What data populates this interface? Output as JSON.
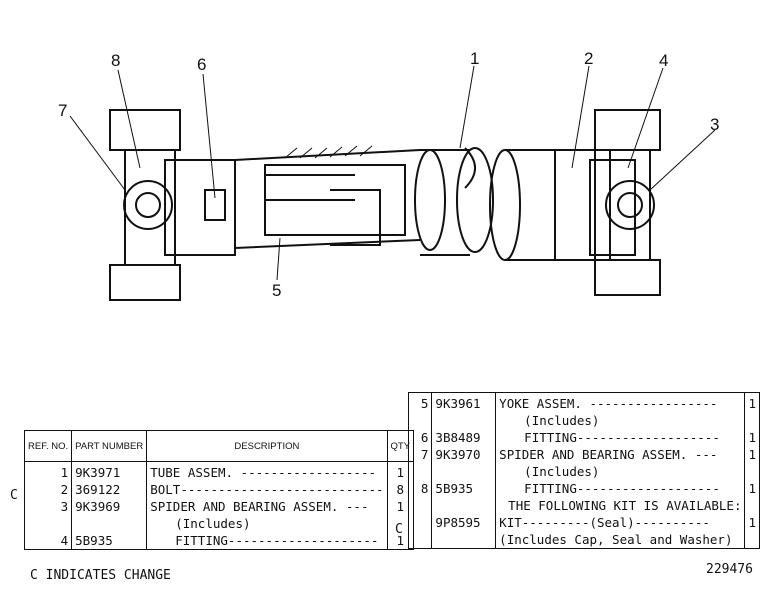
{
  "callouts": {
    "c1": "1",
    "c2": "2",
    "c3": "3",
    "c4": "4",
    "c5": "5",
    "c6": "6",
    "c7": "7",
    "c8": "8"
  },
  "table1": {
    "headers": {
      "ref": "REF. NO.",
      "part": "PART NUMBER",
      "desc": "DESCRIPTION",
      "qty": "QTY"
    },
    "rows": [
      {
        "ref": "1",
        "part": "9K3971",
        "desc": "TUBE ASSEM. ------------------",
        "qty": "1"
      },
      {
        "ref": "2",
        "part": "369122",
        "desc": "BOLT---------------------------",
        "qty": "8"
      },
      {
        "ref": "3",
        "part": "9K3969",
        "desc": "SPIDER AND BEARING ASSEM. ---",
        "qty": "1"
      },
      {
        "ref": "",
        "part": "",
        "desc": "(Includes)",
        "qty": ""
      },
      {
        "ref": "4",
        "part": "5B935",
        "desc": "FITTING--------------------",
        "qty": "1"
      }
    ]
  },
  "table2": {
    "rows": [
      {
        "ref": "5",
        "part": "9K3961",
        "desc": "YOKE ASSEM. -----------------",
        "qty": "1"
      },
      {
        "ref": "",
        "part": "",
        "desc": "(Includes)",
        "qty": ""
      },
      {
        "ref": "6",
        "part": "3B8489",
        "desc": "FITTING-------------------",
        "qty": "1"
      },
      {
        "ref": "7",
        "part": "9K3970",
        "desc": "SPIDER AND BEARING ASSEM. ---",
        "qty": "1"
      },
      {
        "ref": "",
        "part": "",
        "desc": "(Includes)",
        "qty": ""
      },
      {
        "ref": "8",
        "part": "5B935",
        "desc": "FITTING-------------------",
        "qty": "1"
      },
      {
        "ref": "",
        "part": "",
        "desc": "THE FOLLOWING KIT IS AVAILABLE:",
        "qty": ""
      },
      {
        "ref": "",
        "part": "9P8595",
        "desc": "KIT---------(Seal)----------",
        "qty": "1"
      },
      {
        "ref": "",
        "part": "",
        "desc": "(Includes Cap, Seal and Washer)",
        "qty": ""
      }
    ]
  },
  "change_marks": {
    "t1_row2": "C",
    "t2_kit": "C"
  },
  "footer": {
    "legend": "C INDICATES CHANGE",
    "illustration_number": "229476"
  }
}
